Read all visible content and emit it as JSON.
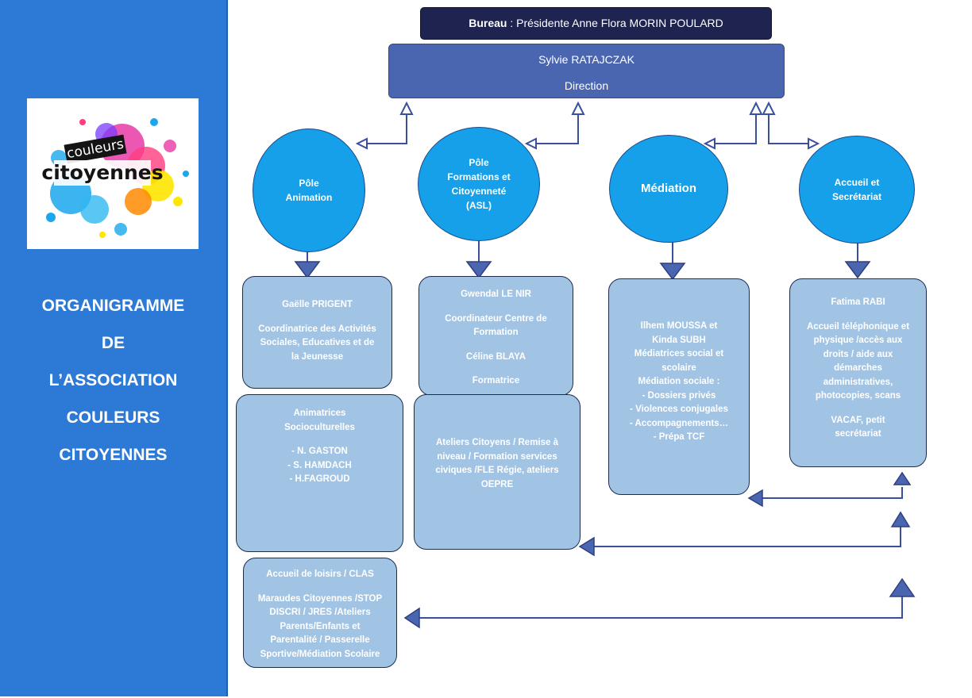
{
  "sidebar": {
    "title_lines": [
      "ORGANIGRAMME",
      "DE",
      "L’ASSOCIATION",
      "COULEURS",
      "CITOYENNES"
    ],
    "logo": {
      "line1": "couleurs",
      "line2": "citoyennes"
    }
  },
  "bureau": {
    "label": "Bureau",
    "separator": " : ",
    "text": "Présidente Anne Flora MORIN POULARD"
  },
  "direction": {
    "name": "Sylvie RATAJCZAK",
    "role": "Direction"
  },
  "poles": [
    {
      "lines": [
        "Pôle",
        "Animation"
      ]
    },
    {
      "lines": [
        "Pôle",
        "Formations et",
        "Citoyenneté",
        "(ASL)"
      ]
    },
    {
      "lines": [
        "Médiation"
      ]
    },
    {
      "lines": [
        "Accueil et",
        "Secrétariat"
      ]
    }
  ],
  "animation": {
    "coordinator": {
      "name": "Gaëlle PRIGENT",
      "role": "Coordinatrice des Activités\nSociales, Educatives et  de\nla Jeunesse"
    },
    "animators": {
      "title": "Animatrices\nSocioculturelles",
      "members": "- N. GASTON\n- S. HAMDACH\n- H.FAGROUD"
    },
    "activities": {
      "title": "Accueil de loisirs / CLAS",
      "text": "Maraudes Citoyennes /STOP\nDISCRI / JRES /Ateliers\nParents/Enfants et\nParentalité / Passerelle\nSportive/Médiation Scolaire"
    }
  },
  "formations": {
    "staff": {
      "name1": "Gwendal LE NIR",
      "role1": "Coordinateur Centre de\nFormation",
      "name2": "Céline BLAYA",
      "role2": "Formatrice"
    },
    "activities": {
      "text": "Ateliers Citoyens / Remise à\nniveau / Formation services\nciviques /FLE Régie, ateliers\nOEPRE"
    }
  },
  "mediation": {
    "text": "Ilhem MOUSSA et\nKinda SUBH\nMédiatrices  social et\nscolaire\nMédiation sociale :\n- Dossiers privés\n- Violences conjugales\n- Accompagnements…\n- Prépa TCF"
  },
  "accueil": {
    "name": "Fatima RABI",
    "role": "Accueil téléphonique et\nphysique /accès aux\ndroits / aide aux\ndémarches\nadministratives,\nphotocopies, scans",
    "extra": "VACAF, petit\nsecrétariat"
  },
  "colors": {
    "sidebar": "#2d7ad6",
    "bureau": "#1f2350",
    "direction": "#4a66b0",
    "pole_circle": "#16a0ea",
    "detail_box": "#a2c4e4",
    "connector": "#3b4f9a"
  }
}
